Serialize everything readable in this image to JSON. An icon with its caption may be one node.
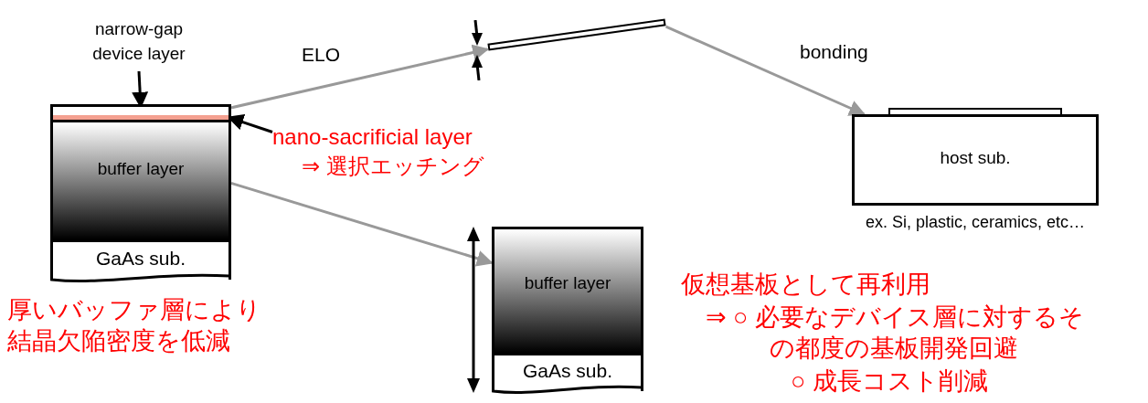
{
  "diagram": {
    "nodes": [
      {
        "text": [
          "narrow-gap device layer"
        ]
      },
      {
        "text": [],
        "shape": "box"
      },
      {
        "text": [],
        "shape": "bar",
        "in": 1
      },
      {
        "text": [],
        "shape": "bar",
        "in": 1
      },
      {
        "text": [
          "buffer layer"
        ],
        "in": 1
      },
      {
        "text": [
          "GaAs sub."
        ],
        "in": 1
      },
      {
        "text": [
          "nano-sacrificial layer",
          "⇒ 選択エッチング"
        ]
      },
      {
        "text": [],
        "shape": "bar"
      },
      {
        "text": [
          "host sub."
        ],
        "beside": [
          "ex. Si, plastic, ceramics, etc…"
        ]
      },
      {
        "text": [],
        "shape": "box"
      },
      {
        "text": [
          "buffer layer"
        ],
        "in": 9
      },
      {
        "text": [
          "GaAs sub."
        ],
        "in": 9
      }
    ],
    "edges": [
      {
        "from": 0,
        "to": 2,
        "arrow": "to",
        "color": "#000000"
      },
      {
        "from": 6,
        "to": 3,
        "arrow": "to",
        "color": "#000000"
      },
      {
        "from": 1,
        "to": 7,
        "arrow": "to",
        "label": "ELO"
      },
      {
        "from": 7,
        "to": 8,
        "arrow": "to",
        "label": "bonding"
      },
      {
        "from": 1,
        "to": 9,
        "arrow": "to"
      }
    ],
    "labels": [
      "厚いバッファ層により結晶欠陥密度を低減",
      "仮想基板として再利用",
      "⇒ ○ 必要なデバイス層に対するその都度の基板開発回避",
      "○ 成長コスト削減"
    ]
  }
}
